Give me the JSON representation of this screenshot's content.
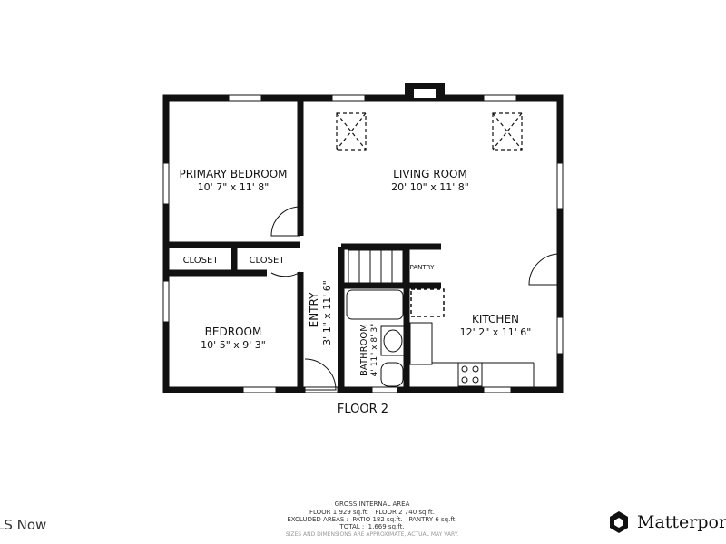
{
  "floor_label": "FLOOR 2",
  "rooms": [
    {
      "name": "PRIMARY BEDROOM",
      "size": "10' 7\" x 11' 8\""
    },
    {
      "name": "LIVING ROOM",
      "size": "20' 10\" x 11' 8\""
    },
    {
      "name": "BEDROOM",
      "size": "10' 5\" x 9' 3\""
    },
    {
      "name": "ENTRY",
      "size": "3' 1\" x 11' 6\""
    },
    {
      "name": "BATHROOM",
      "size": "4' 11\" x 8' 3\""
    },
    {
      "name": "KITCHEN",
      "size": "12' 2\" x 11' 6\""
    }
  ],
  "closets": [
    "CLOSET",
    "CLOSET"
  ],
  "pantry": "PANTRY",
  "area_info": {
    "title": "GROSS INTERNAL AREA",
    "floors": "FLOOR 1 929 sq.ft.   FLOOR 2 740 sq.ft.",
    "excluded": "EXCLUDED AREAS :  PATIO 182 sq.ft.   PANTRY 6 sq.ft.",
    "total": "TOTAL :  1,669 sq.ft.",
    "disclaimer": "SIZES AND DIMENSIONS ARE APPROXIMATE, ACTUAL MAY VARY."
  },
  "brand_left": "LS Now",
  "brand_right": "Matterport",
  "colors": {
    "wall": "#111111",
    "text": "#111111"
  }
}
